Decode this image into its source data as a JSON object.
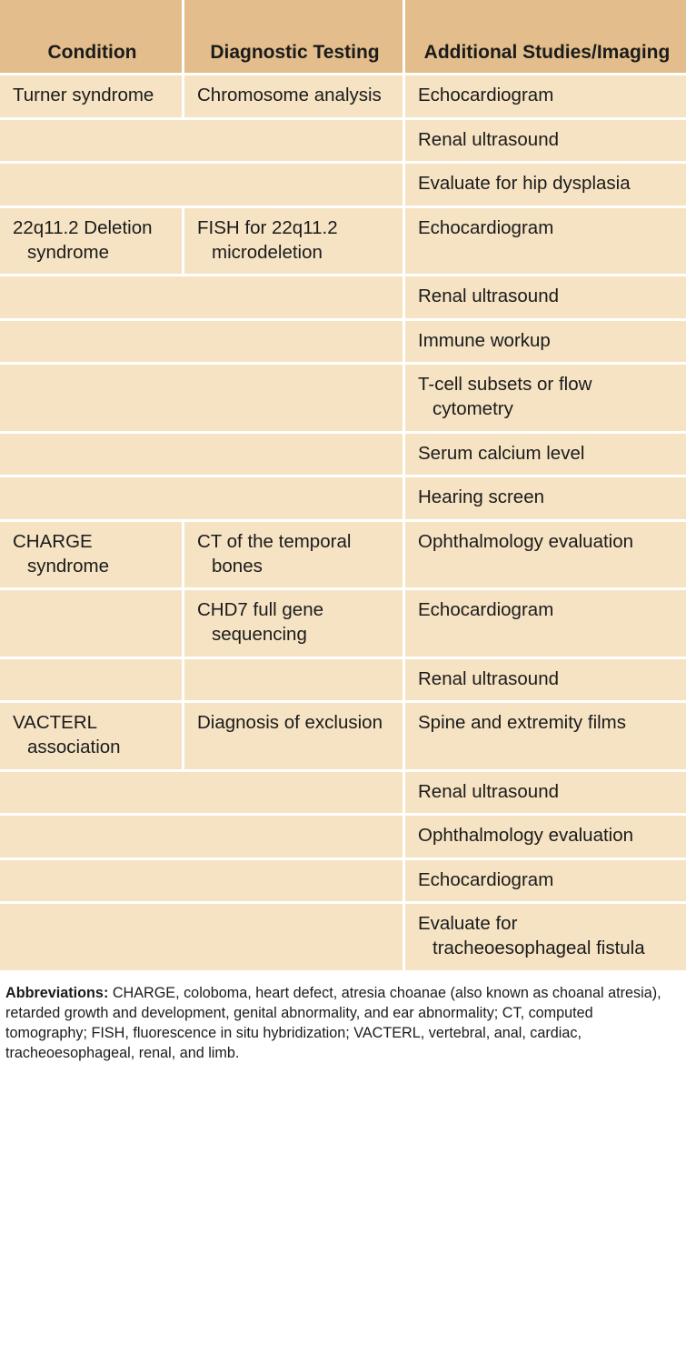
{
  "table": {
    "headers": [
      "Condition",
      "Diagnostic\nTesting",
      "Additional\nStudies/Imaging"
    ],
    "header_line1": [
      "Condition",
      "Diagnostic",
      "Additional"
    ],
    "header_line2": [
      "",
      "Testing",
      "Studies/Imaging"
    ],
    "rows": [
      {
        "condition": "Turner syndrome",
        "testing": "Chromosome analysis",
        "imaging": "Echocardiogram",
        "merge_left": false,
        "empty_left": false
      },
      {
        "condition": "",
        "testing": "",
        "imaging": "Renal ultrasound",
        "merge_left": true,
        "empty_left": true
      },
      {
        "condition": "",
        "testing": "",
        "imaging": "Evaluate for hip dysplasia",
        "merge_left": true,
        "empty_left": true,
        "no_left_rule": true
      },
      {
        "condition": "22q11.2 Deletion syndrome",
        "testing": "FISH for 22q11.2 microdeletion",
        "imaging": "Echocardiogram",
        "merge_left": false,
        "empty_left": false
      },
      {
        "condition": "",
        "testing": "",
        "imaging": "Renal ultrasound",
        "merge_left": true,
        "empty_left": true
      },
      {
        "condition": "",
        "testing": "",
        "imaging": "Immune workup",
        "merge_left": true,
        "empty_left": true,
        "no_left_rule": true
      },
      {
        "condition": "",
        "testing": "",
        "imaging": "T-cell subsets or flow cytometry",
        "merge_left": true,
        "empty_left": true,
        "no_left_rule": true
      },
      {
        "condition": "",
        "testing": "",
        "imaging": "Serum calcium level",
        "merge_left": true,
        "empty_left": true,
        "no_left_rule": true
      },
      {
        "condition": "",
        "testing": "",
        "imaging": "Hearing screen",
        "merge_left": true,
        "empty_left": true,
        "no_left_rule": true
      },
      {
        "condition": "CHARGE syndrome",
        "testing": "CT of the temporal bones",
        "imaging": "Ophthalmology evaluation",
        "merge_left": false,
        "empty_left": false
      },
      {
        "condition": "",
        "testing": "CHD7 full gene sequencing",
        "imaging": "Echocardiogram",
        "merge_left": false,
        "empty_left": false
      },
      {
        "condition": "",
        "testing": "",
        "imaging": "Renal ultrasound",
        "merge_left": false,
        "empty_left": false
      },
      {
        "condition": "VACTERL association",
        "testing": "Diagnosis of exclusion",
        "imaging": "Spine and extremity films",
        "merge_left": false,
        "empty_left": false
      },
      {
        "condition": "",
        "testing": "",
        "imaging": "Renal ultrasound",
        "merge_left": true,
        "empty_left": true
      },
      {
        "condition": "",
        "testing": "",
        "imaging": "Ophthalmology evaluation",
        "merge_left": true,
        "empty_left": true,
        "no_left_rule": true
      },
      {
        "condition": "",
        "testing": "",
        "imaging": "Echocardiogram",
        "merge_left": true,
        "empty_left": true,
        "no_left_rule": true
      },
      {
        "condition": "",
        "testing": "",
        "imaging": "Evaluate for tracheoesophageal fistula",
        "merge_left": true,
        "empty_left": true,
        "no_left_rule": true
      }
    ]
  },
  "footnote": {
    "label": "Abbreviations:",
    "text": " CHARGE, coloboma, heart defect, atresia choanae (also known as choanal atresia), retarded growth and development, genital abnormality, and ear abnormality; CT, computed tomography; FISH, fluorescence in situ hybridization; VACTERL, vertebral, anal, cardiac, tracheoesophageal, renal, and limb."
  },
  "colors": {
    "header_bg": "#e3bd8b",
    "body_bg": "#f6e3c3",
    "rule": "#ffffff",
    "text": "#1b1b1b",
    "page_bg": "#ffffff"
  }
}
